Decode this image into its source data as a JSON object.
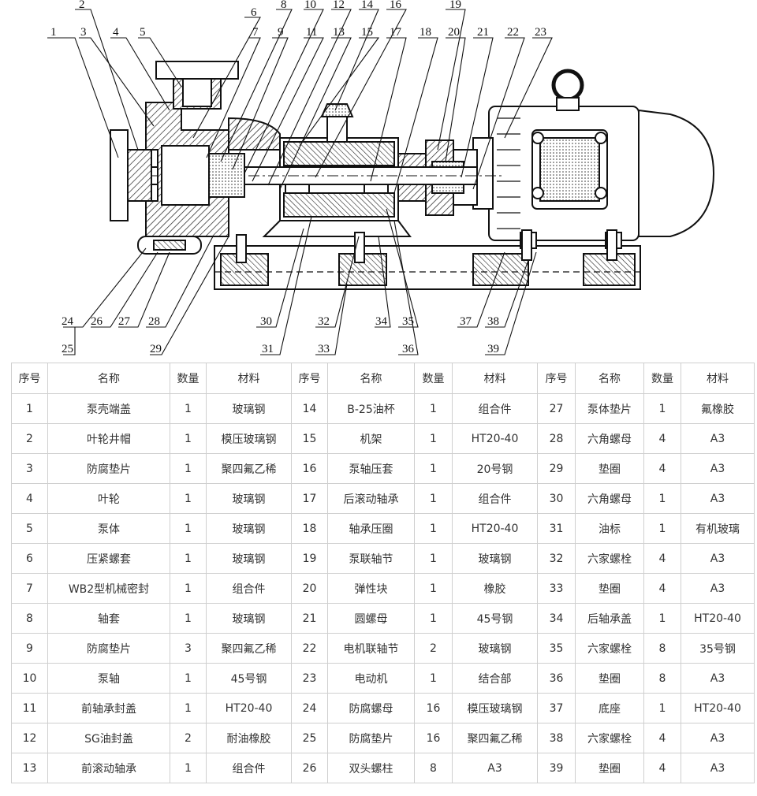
{
  "callouts": [
    "1",
    "2",
    "3",
    "4",
    "5",
    "6",
    "7",
    "8",
    "9",
    "10",
    "11",
    "12",
    "13",
    "14",
    "15",
    "16",
    "17",
    "18",
    "19",
    "20",
    "21",
    "22",
    "23",
    "24",
    "25",
    "26",
    "27",
    "28",
    "29",
    "30",
    "31",
    "32",
    "33",
    "34",
    "35",
    "36",
    "37",
    "38",
    "39"
  ],
  "table": {
    "headers": [
      "序号",
      "名称",
      "数量",
      "材料",
      "序号",
      "名称",
      "数量",
      "材料",
      "序号",
      "名称",
      "数量",
      "材料"
    ],
    "rows": [
      [
        "1",
        "泵壳端盖",
        "1",
        "玻璃钢",
        "14",
        "B-25油杯",
        "1",
        "组合件",
        "27",
        "泵体垫片",
        "1",
        "氟橡胶"
      ],
      [
        "2",
        "叶轮井帽",
        "1",
        "模压玻璃钢",
        "15",
        "机架",
        "1",
        "HT20-40",
        "28",
        "六角螺母",
        "4",
        "A3"
      ],
      [
        "3",
        "防腐垫片",
        "1",
        "聚四氟乙稀",
        "16",
        "泵轴压套",
        "1",
        "20号钢",
        "29",
        "垫圈",
        "4",
        "A3"
      ],
      [
        "4",
        "叶轮",
        "1",
        "玻璃钢",
        "17",
        "后滚动轴承",
        "1",
        "组合件",
        "30",
        "六角螺母",
        "1",
        "A3"
      ],
      [
        "5",
        "泵体",
        "1",
        "玻璃钢",
        "18",
        "轴承压圈",
        "1",
        "HT20-40",
        "31",
        "油标",
        "1",
        "有机玻璃"
      ],
      [
        "6",
        "压紧螺套",
        "1",
        "玻璃钢",
        "19",
        "泵联轴节",
        "1",
        "玻璃钢",
        "32",
        "六家螺栓",
        "4",
        "A3"
      ],
      [
        "7",
        "WB2型机械密封",
        "1",
        "组合件",
        "20",
        "弹性块",
        "1",
        "橡胶",
        "33",
        "垫圈",
        "4",
        "A3"
      ],
      [
        "8",
        "轴套",
        "1",
        "玻璃钢",
        "21",
        "圆螺母",
        "1",
        "45号钢",
        "34",
        "后轴承盖",
        "1",
        "HT20-40"
      ],
      [
        "9",
        "防腐垫片",
        "3",
        "聚四氟乙稀",
        "22",
        "电机联轴节",
        "2",
        "玻璃钢",
        "35",
        "六家螺栓",
        "8",
        "35号钢"
      ],
      [
        "10",
        "泵轴",
        "1",
        "45号钢",
        "23",
        "电动机",
        "1",
        "结合部",
        "36",
        "垫圈",
        "8",
        "A3"
      ],
      [
        "11",
        "前轴承封盖",
        "1",
        "HT20-40",
        "24",
        "防腐螺母",
        "16",
        "模压玻璃钢",
        "37",
        "底座",
        "1",
        "HT20-40"
      ],
      [
        "12",
        "SG油封盖",
        "2",
        "耐油橡胶",
        "25",
        "防腐垫片",
        "16",
        "聚四氟乙稀",
        "38",
        "六家螺栓",
        "4",
        "A3"
      ],
      [
        "13",
        "前滚动轴承",
        "1",
        "组合件",
        "26",
        "双头螺柱",
        "8",
        "A3",
        "39",
        "垫圈",
        "4",
        "A3"
      ]
    ]
  }
}
